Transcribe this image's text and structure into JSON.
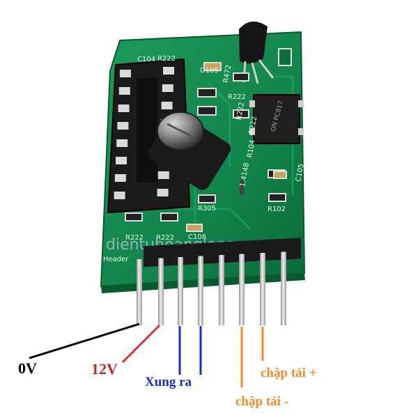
{
  "pcb_silkscreen": {
    "header": "Header",
    "refs": [
      "C104",
      "R222",
      "D105",
      "R472",
      "R222",
      "R222",
      "R104",
      "R222",
      "R305",
      "R222",
      "R222",
      "C106",
      "R102",
      "C105",
      "1.4148"
    ],
    "optocoupler_text": "ON PC817"
  },
  "watermark": "dientuhoanglong.vn",
  "pin_labels": {
    "gnd": "0V",
    "vcc": "12V",
    "pulse_out": "Xung ra",
    "load_plus": "chập tải +",
    "load_minus": "chập tải -"
  },
  "colors": {
    "pcb": "#11804a",
    "gnd_line": "#000000",
    "vcc_line": "#e52b2b",
    "pulse_line": "#1a2bd1",
    "load_line": "#f08a2a",
    "vcc_text": "#c62828",
    "pulse_text": "#1a2bd1",
    "load_text": "#ee8a2b"
  }
}
